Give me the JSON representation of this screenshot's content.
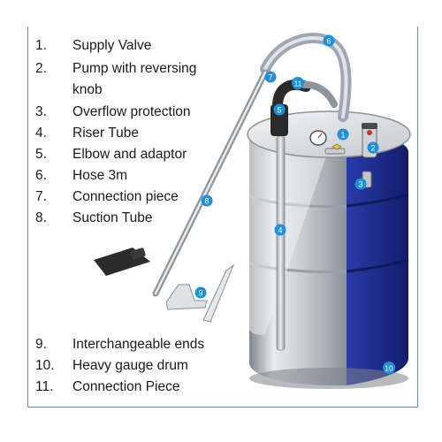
{
  "legend_top": [
    {
      "num": "1.",
      "text": "Supply Valve"
    },
    {
      "num": "2.",
      "text": "Pump with reversing"
    },
    {
      "num": "",
      "text": "knob"
    },
    {
      "num": "3.",
      "text": "Overflow protection"
    },
    {
      "num": "4.",
      "text": "Riser Tube"
    },
    {
      "num": "5.",
      "text": "Elbow and adaptor"
    },
    {
      "num": "6.",
      "text": "Hose 3m"
    },
    {
      "num": "7.",
      "text": "Connection piece"
    },
    {
      "num": "8.",
      "text": "Suction Tube"
    }
  ],
  "legend_bottom": [
    {
      "num": "9.",
      "text": "Interchangeable ends"
    },
    {
      "num": "10.",
      "text": "Heavy gauge drum"
    },
    {
      "num": "11.",
      "text": "Connection Piece"
    }
  ],
  "callouts": [
    "1",
    "2",
    "3",
    "4",
    "5",
    "6",
    "7",
    "8",
    "9",
    "10",
    "11"
  ],
  "colors": {
    "frame": "#6c8fc0",
    "callout": "#1e8fd8",
    "drum_body": "#d9dce0",
    "drum_blue": "#1f2f9c",
    "hose": "#b9c3cf",
    "dark_parts": "#2a2a2a"
  }
}
